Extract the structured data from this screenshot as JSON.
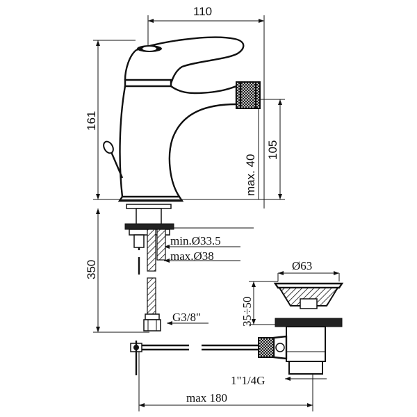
{
  "drawing": {
    "dimensions": {
      "width_top": "110",
      "height_total": "161",
      "max_height_spout": "max. 40",
      "spout_height": "105",
      "hose_length": "350",
      "hole_min": "min.Ø33.5",
      "hole_max": "max.Ø38",
      "thread": "G3/8\"",
      "drain_diameter": "Ø63",
      "drain_range": "35÷50",
      "drain_thread": "1\"1/4G",
      "max_reach": "max 180"
    }
  }
}
